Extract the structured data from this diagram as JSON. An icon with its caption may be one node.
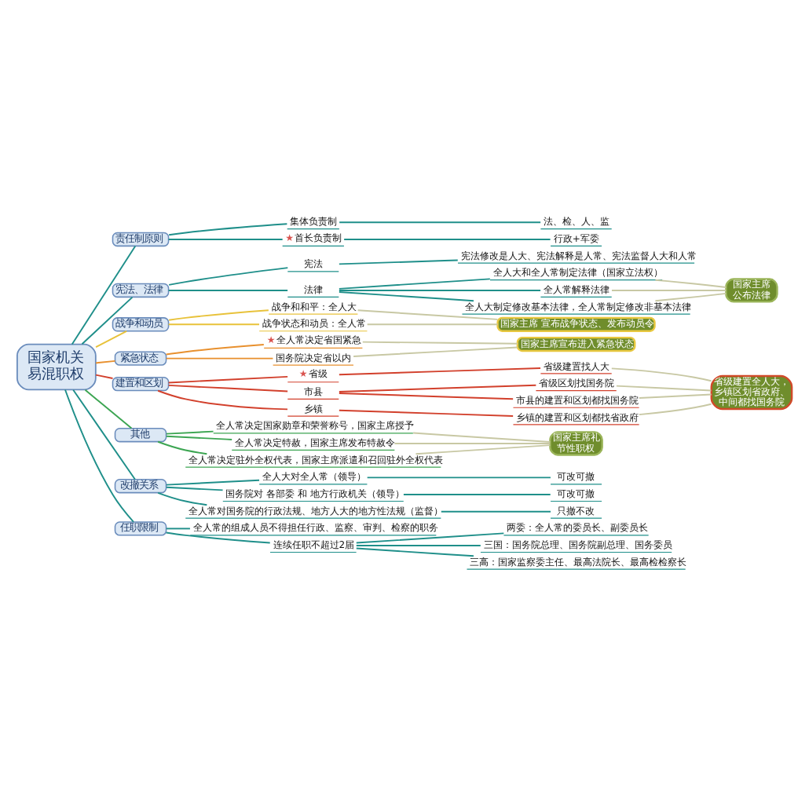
{
  "diagram": {
    "nodes": [
      {
        "text": [
          "国家机关易混职权"
        ]
      },
      {
        "text": [
          "责任制原则"
        ]
      },
      {
        "text": [
          "集体负责制"
        ]
      },
      {
        "text": [
          "法、检、人、监"
        ]
      },
      {
        "text": [
          "★首长负责制"
        ]
      },
      {
        "text": [
          "行政+军委"
        ]
      },
      {
        "text": [
          "宪法、法律"
        ]
      },
      {
        "text": [
          "宪法"
        ]
      },
      {
        "text": [
          "宪法修改是人大、宪法解释是人常、宪法监督人大和人常"
        ]
      },
      {
        "text": [
          "法律"
        ]
      },
      {
        "text": [
          "全人大和全人常制定法律（国家立法权）"
        ]
      },
      {
        "text": [
          "全人常解释法律"
        ]
      },
      {
        "text": [
          "全人大制定修改基本法律，全人常制定修改非基本法律"
        ]
      },
      {
        "text": [
          "国家主席公布法律"
        ]
      },
      {
        "text": [
          "战争和动员"
        ]
      },
      {
        "text": [
          "战争和和平：全人大"
        ]
      },
      {
        "text": [
          "战争状态和动员：全人常"
        ]
      },
      {
        "text": [
          "国家主席 宣布战争状态、发布动员令"
        ]
      },
      {
        "text": [
          "紧急状态"
        ]
      },
      {
        "text": [
          "★全人常决定省国紧急"
        ]
      },
      {
        "text": [
          "国务院决定省以内"
        ]
      },
      {
        "text": [
          "国家主席宣布进入紧急状态"
        ]
      },
      {
        "text": [
          "建置和区划"
        ]
      },
      {
        "text": [
          "★省级"
        ]
      },
      {
        "text": [
          "省级建置找人大"
        ]
      },
      {
        "text": [
          "市县"
        ]
      },
      {
        "text": [
          "省级区划找国务院"
        ]
      },
      {
        "text": [
          "市县的建置和区划都找国务院"
        ]
      },
      {
        "text": [
          "乡镇"
        ]
      },
      {
        "text": [
          "乡镇的建置和区划都找省政府"
        ]
      },
      {
        "text": [
          "省级建置全人大，乡镇区划省政府、中间都找国务院"
        ]
      },
      {
        "text": [
          "其他"
        ]
      },
      {
        "text": [
          "全人常决定国家勋章和荣誉称号，国家主席授予"
        ]
      },
      {
        "text": [
          "全人常决定特赦，国家主席发布特赦令"
        ]
      },
      {
        "text": [
          "全人常决定驻外全权代表，国家主席派遣和召回驻外全权代表"
        ]
      },
      {
        "text": [
          "国家主席礼节性职权"
        ]
      },
      {
        "text": [
          "改撤关系"
        ]
      },
      {
        "text": [
          "全人大对全人常（领导）"
        ]
      },
      {
        "text": [
          "可改可撤"
        ]
      },
      {
        "text": [
          "国务院对 各部委 和 地方行政机关（领导）"
        ]
      },
      {
        "text": [
          "可改可撤"
        ]
      },
      {
        "text": [
          "全人常对国务院的行政法规、地方人大的地方性法规（监督）"
        ]
      },
      {
        "text": [
          "只撤不改"
        ]
      },
      {
        "text": [
          "任职限制"
        ]
      },
      {
        "text": [
          "全人常的组成人员不得担任行政、监察、审判、检察的职务"
        ]
      },
      {
        "text": [
          "连续任职不超过2届"
        ]
      },
      {
        "text": [
          "两委：全人常的委员长、副委员长"
        ]
      },
      {
        "text": [
          "三国：国务院总理、国务院副总理、国务委员"
        ]
      },
      {
        "text": [
          "三高：国家监察委主任、最高法院长、最高检检察长"
        ]
      }
    ],
    "edges": [
      {
        "from": 0,
        "to": 1,
        "arrow": "none"
      },
      {
        "from": 1,
        "to": 2,
        "arrow": "none"
      },
      {
        "from": 2,
        "to": 3,
        "arrow": "none"
      },
      {
        "from": 1,
        "to": 4,
        "arrow": "none"
      },
      {
        "from": 4,
        "to": 5,
        "arrow": "none"
      },
      {
        "from": 0,
        "to": 6,
        "arrow": "none"
      },
      {
        "from": 6,
        "to": 7,
        "arrow": "none"
      },
      {
        "from": 7,
        "to": 8,
        "arrow": "none"
      },
      {
        "from": 6,
        "to": 9,
        "arrow": "none"
      },
      {
        "from": 9,
        "to": 10,
        "arrow": "none"
      },
      {
        "from": 9,
        "to": 11,
        "arrow": "none"
      },
      {
        "from": 9,
        "to": 12,
        "arrow": "none"
      },
      {
        "from": 10,
        "to": 13,
        "arrow": "none",
        "color": "#c8c8a4"
      },
      {
        "from": 11,
        "to": 13,
        "arrow": "none",
        "color": "#c8c8a4"
      },
      {
        "from": 12,
        "to": 13,
        "arrow": "none",
        "color": "#c8c8a4"
      },
      {
        "from": 0,
        "to": 14,
        "arrow": "none",
        "color": "#e8c23a"
      },
      {
        "from": 14,
        "to": 15,
        "arrow": "none",
        "color": "#e8c23a"
      },
      {
        "from": 14,
        "to": 16,
        "arrow": "none",
        "color": "#e8c23a"
      },
      {
        "from": 15,
        "to": 17,
        "arrow": "none",
        "color": "#c8c8a4"
      },
      {
        "from": 16,
        "to": 17,
        "arrow": "none",
        "color": "#c8c8a4"
      },
      {
        "from": 0,
        "to": 18,
        "arrow": "none",
        "color": "#e8902e"
      },
      {
        "from": 18,
        "to": 19,
        "arrow": "none",
        "color": "#e8902e"
      },
      {
        "from": 18,
        "to": 20,
        "arrow": "none",
        "color": "#e8902e"
      },
      {
        "from": 19,
        "to": 21,
        "arrow": "none",
        "color": "#c8c8a4"
      },
      {
        "from": 20,
        "to": 21,
        "arrow": "none",
        "color": "#c8c8a4"
      },
      {
        "from": 0,
        "to": 22,
        "arrow": "none",
        "color": "#d2402c"
      },
      {
        "from": 22,
        "to": 23,
        "arrow": "none",
        "color": "#d2402c"
      },
      {
        "from": 23,
        "to": 24,
        "arrow": "none",
        "color": "#d2402c"
      },
      {
        "from": 22,
        "to": 25,
        "arrow": "none",
        "color": "#d2402c"
      },
      {
        "from": 25,
        "to": 26,
        "arrow": "none",
        "color": "#d2402c"
      },
      {
        "from": 25,
        "to": 27,
        "arrow": "none",
        "color": "#d2402c"
      },
      {
        "from": 22,
        "to": 28,
        "arrow": "none",
        "color": "#d2402c"
      },
      {
        "from": 28,
        "to": 29,
        "arrow": "none",
        "color": "#d2402c"
      },
      {
        "from": 24,
        "to": 30,
        "arrow": "none",
        "color": "#c8c8a4"
      },
      {
        "from": 26,
        "to": 30,
        "arrow": "none",
        "color": "#c8c8a4"
      },
      {
        "from": 27,
        "to": 30,
        "arrow": "none",
        "color": "#c8c8a4"
      },
      {
        "from": 29,
        "to": 30,
        "arrow": "none",
        "color": "#c8c8a4"
      },
      {
        "from": 0,
        "to": 31,
        "arrow": "none",
        "color": "#3ca552"
      },
      {
        "from": 31,
        "to": 32,
        "arrow": "none",
        "color": "#3ca552"
      },
      {
        "from": 31,
        "to": 33,
        "arrow": "none",
        "color": "#3ca552"
      },
      {
        "from": 31,
        "to": 34,
        "arrow": "none",
        "color": "#3ca552"
      },
      {
        "from": 32,
        "to": 35,
        "arrow": "none",
        "color": "#c8c8a4"
      },
      {
        "from": 33,
        "to": 35,
        "arrow": "none",
        "color": "#c8c8a4"
      },
      {
        "from": 34,
        "to": 35,
        "arrow": "none",
        "color": "#c8c8a4"
      },
      {
        "from": 0,
        "to": 36,
        "arrow": "none"
      },
      {
        "from": 36,
        "to": 37,
        "arrow": "none"
      },
      {
        "from": 37,
        "to": 38,
        "arrow": "none"
      },
      {
        "from": 36,
        "to": 39,
        "arrow": "none"
      },
      {
        "from": 39,
        "to": 40,
        "arrow": "none"
      },
      {
        "from": 36,
        "to": 41,
        "arrow": "none"
      },
      {
        "from": 41,
        "to": 42,
        "arrow": "none"
      },
      {
        "from": 0,
        "to": 43,
        "arrow": "none"
      },
      {
        "from": 43,
        "to": 44,
        "arrow": "none"
      },
      {
        "from": 43,
        "to": 45,
        "arrow": "none"
      },
      {
        "from": 45,
        "to": 46,
        "arrow": "none"
      },
      {
        "from": 45,
        "to": 47,
        "arrow": "none"
      },
      {
        "from": 45,
        "to": 48,
        "arrow": "none"
      }
    ]
  }
}
